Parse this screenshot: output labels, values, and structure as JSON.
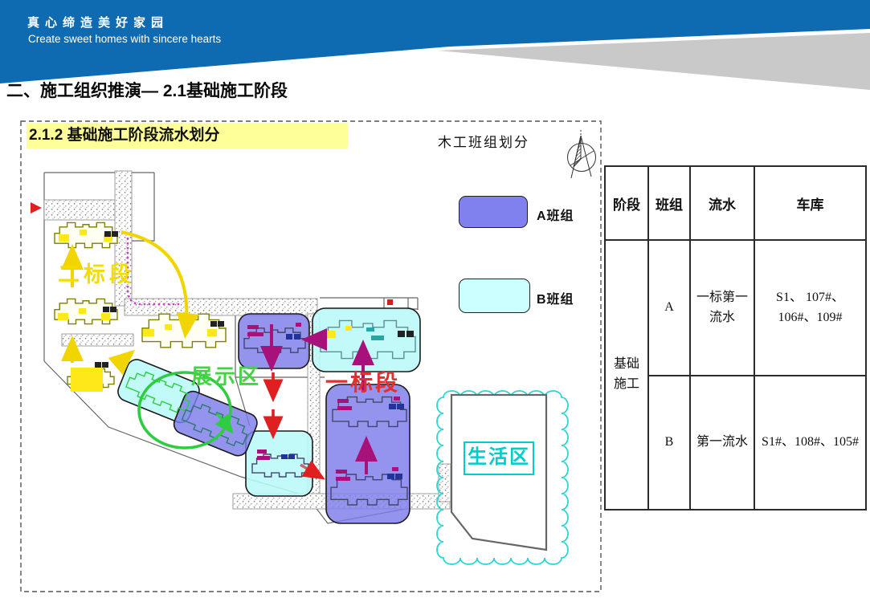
{
  "header": {
    "slogan_cn": "真心缔造美好家园",
    "slogan_en": "Create sweet homes with sincere hearts",
    "banner_color": "#0E6BB2",
    "swoosh_color": "#C9C9C9"
  },
  "title": "二、施工组织推演— 2.1基础施工阶段",
  "diagram": {
    "caption": "2.1.2 基础施工阶段流水划分",
    "caption_bg": "#FFFF99",
    "subtitle": "木工班组划分",
    "north_icon": "north-arrow",
    "legend": [
      {
        "label": "A班组",
        "color": "#8080EE"
      },
      {
        "label": "B班组",
        "color": "#CCFFFF"
      }
    ],
    "zones": [
      {
        "label": "二标段",
        "color": "#F5DC00"
      },
      {
        "label": "展示区",
        "color": "#44D344"
      },
      {
        "label": "一标段",
        "color": "#E03030"
      },
      {
        "label": "生活区",
        "color": "#00CCCC"
      }
    ]
  },
  "table": {
    "headers": [
      "阶段",
      "班组",
      "流水",
      "车库"
    ],
    "stage": "基础施工",
    "rows": [
      {
        "team": "A",
        "flow": "一标第一流水",
        "garage": "S1、 107#、106#、109#"
      },
      {
        "team": "B",
        "flow": "第一流水",
        "garage": "S1#、108#、105#"
      }
    ]
  }
}
